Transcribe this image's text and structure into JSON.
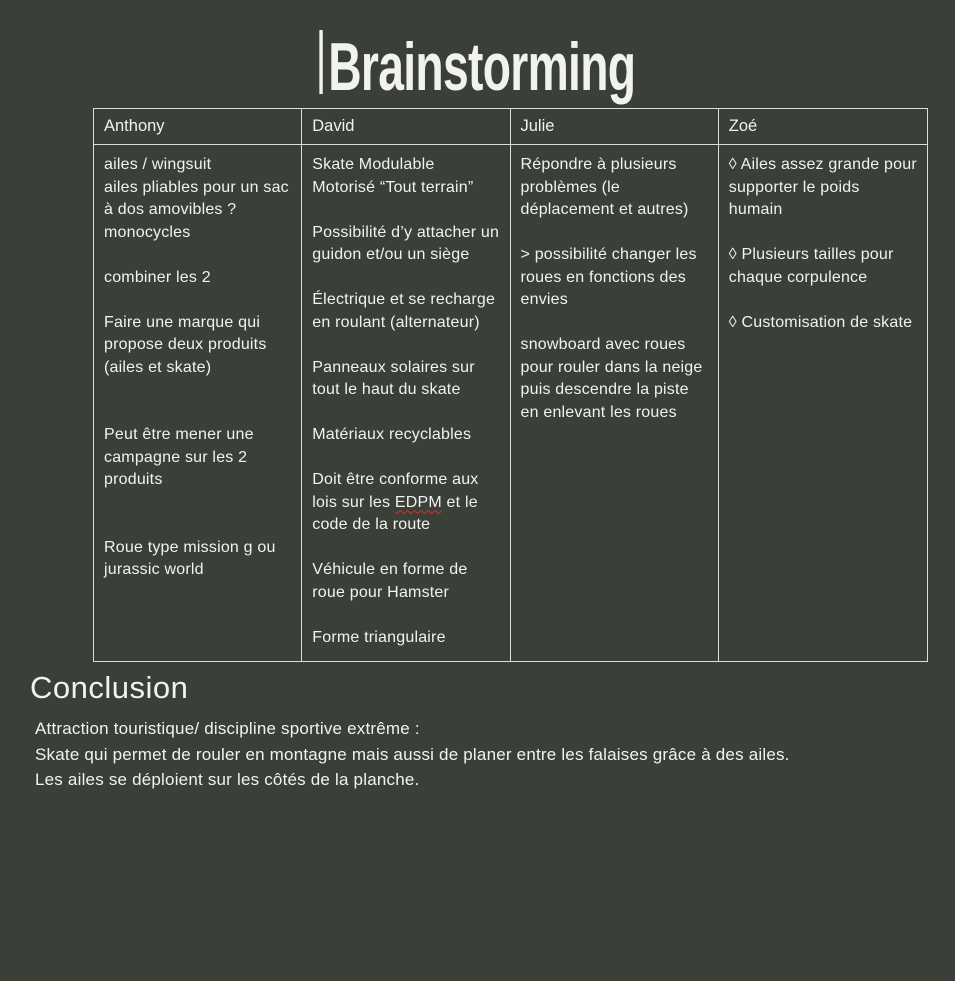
{
  "page": {
    "background": "#3a3f38",
    "text_color": "#f2f2f0",
    "border_color": "#dcdcdc",
    "squiggle_color": "#d93025"
  },
  "title": {
    "text": "Brainstorming"
  },
  "table": {
    "misspelled_word": "EDPM",
    "columns": [
      {
        "header": "Anthony",
        "lines": [
          "ailes / wingsuit",
          "ailes pliables pour un sac à dos amovibles ?",
          "monocycles",
          "",
          "combiner les 2",
          "",
          "Faire une marque qui propose deux produits (ailes et skate)",
          "",
          "",
          "Peut être mener une campagne sur les 2 produits",
          "",
          "",
          "Roue type mission g ou jurassic world"
        ]
      },
      {
        "header": "David",
        "lines": [
          "Skate Modulable Motorisé “Tout terrain”",
          "",
          "Possibilité d’y attacher un guidon et/ou un siège",
          "",
          "Électrique et se recharge en roulant (alternateur)",
          "",
          "Panneaux solaires sur tout le haut du skate",
          "",
          "Matériaux recyclables",
          "",
          "Doit être conforme aux lois sur les EDPM et le code de la route",
          "",
          "Véhicule en forme de roue pour Hamster",
          "",
          "Forme triangulaire"
        ]
      },
      {
        "header": "Julie",
        "lines": [
          "Répondre à plusieurs problèmes (le déplacement et autres)",
          "",
          "> possibilité changer les roues en fonctions des envies",
          "",
          "snowboard avec roues pour rouler dans la neige puis descendre la piste en enlevant les roues"
        ]
      },
      {
        "header": "Zoé",
        "lines": [
          "◊ Ailes assez grande pour supporter le poids humain",
          "",
          "◊ Plusieurs tailles pour chaque corpulence",
          "",
          "◊ Customisation de skate"
        ]
      }
    ]
  },
  "conclusion": {
    "heading": "Conclusion",
    "lines": [
      "Attraction touristique/ discipline sportive extrême :",
      "Skate qui permet de rouler en montagne mais aussi de planer entre les falaises grâce à des ailes.",
      "Les ailes se déploient sur les côtés de la planche."
    ]
  }
}
